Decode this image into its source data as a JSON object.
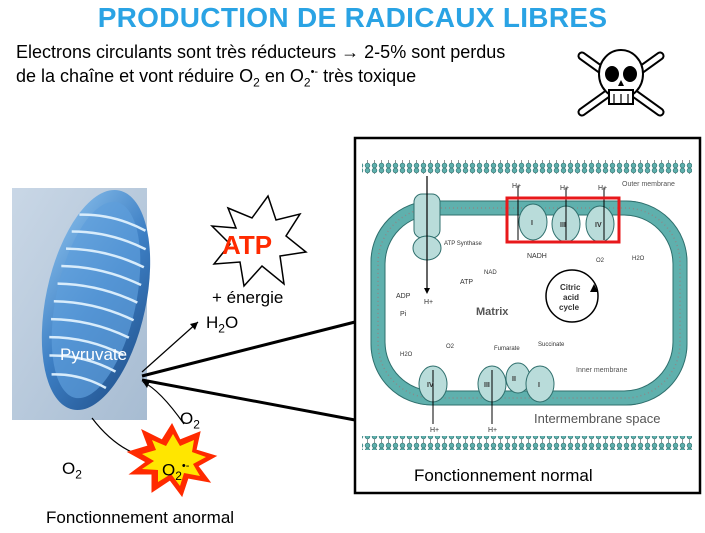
{
  "header": {
    "title": "PRODUCTION DE RADICAUX LIBRES",
    "line1_a": "Electrons circulants sont très réducteurs",
    "line1_arrow": "→",
    "line1_b": "2-5% sont perdus",
    "line2_a": "de la chaîne et vont réduire O",
    "line2_sub": "2",
    "line2_b": " en O",
    "line2_sub2": "2",
    "line2_sup": "•-",
    "line2_c": " très toxique"
  },
  "left": {
    "atp_label": "ATP",
    "energy_label": "+ énergie",
    "h2o_main": "H",
    "h2o_sub": "2",
    "h2o_end": "O",
    "pyruvate_label": "Pyruvate",
    "o2_right_main": "O",
    "o2_right_sub": "2",
    "o2_left_main": "O",
    "o2_left_sub": "2",
    "radical_main": "O",
    "radical_sub": "2",
    "radical_sup": "•-",
    "caption_abnormal": "Fonctionnement anormal"
  },
  "zoom": {
    "outer_membrane": "Outer membrane",
    "inner_membrane": "Inner membrane",
    "matrix": "Matrix",
    "intermembrane": "Intermembrane space",
    "atp_synthase": "ATP Synthase",
    "citric_cycle_1": "Citric",
    "citric_cycle_2": "acid",
    "citric_cycle_3": "cycle",
    "nadh": "NADH",
    "nad": "NAD",
    "atp": "ATP",
    "adp": "ADP",
    "pi": "Pi",
    "h_plus": "H+",
    "fumarate": "Fumarate",
    "succinate": "Succinate",
    "h2o": "H2O",
    "o2": "O2",
    "complex_I": "I",
    "complex_III": "III",
    "complex_IV": "IV",
    "complex_II": "II",
    "caption_normal": "Fonctionnement normal"
  },
  "colors": {
    "title_blue": "#2aa3e4",
    "highlight_red": "#e8181b",
    "mito_blue": "#3d7fc4",
    "membrane_teal": "#4a9a9a"
  }
}
